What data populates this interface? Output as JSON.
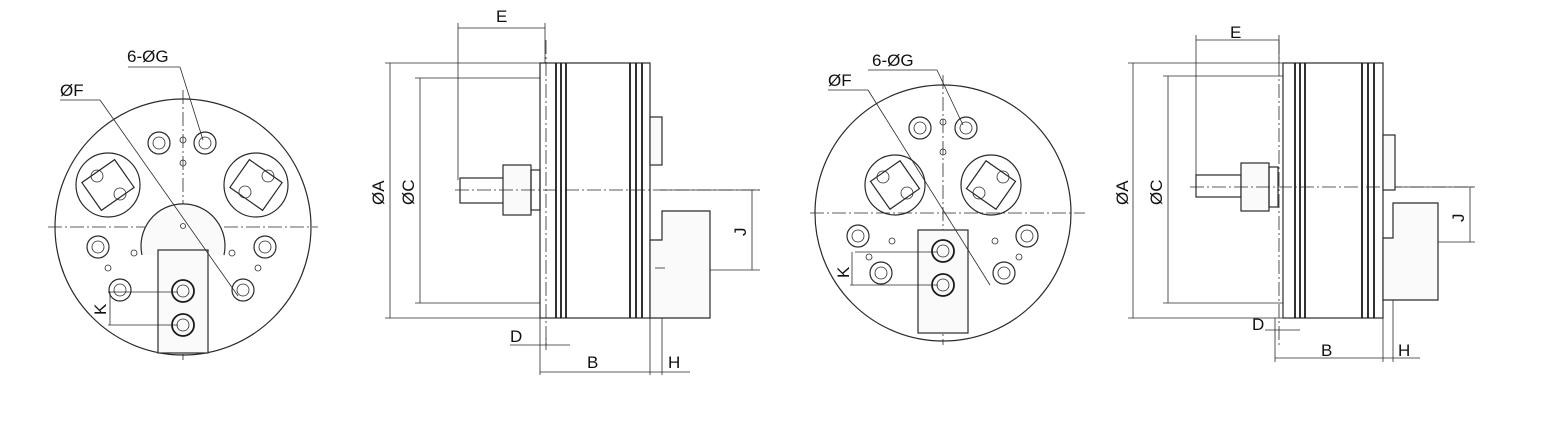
{
  "views": [
    {
      "name": "front-view-left",
      "labels": {
        "holes": "6-ØG",
        "pcd": "ØF",
        "pitch": "K"
      }
    },
    {
      "name": "side-view-left",
      "labels": {
        "e": "E",
        "a": "ØA",
        "c": "ØC",
        "j": "J",
        "d": "D",
        "b": "B",
        "h": "H"
      }
    },
    {
      "name": "front-view-right",
      "labels": {
        "holes": "6-ØG",
        "pcd": "ØF",
        "pitch": "K"
      }
    },
    {
      "name": "side-view-right",
      "labels": {
        "e": "E",
        "a": "ØA",
        "c": "ØC",
        "j": "J",
        "d": "D",
        "b": "B",
        "h": "H"
      }
    }
  ]
}
